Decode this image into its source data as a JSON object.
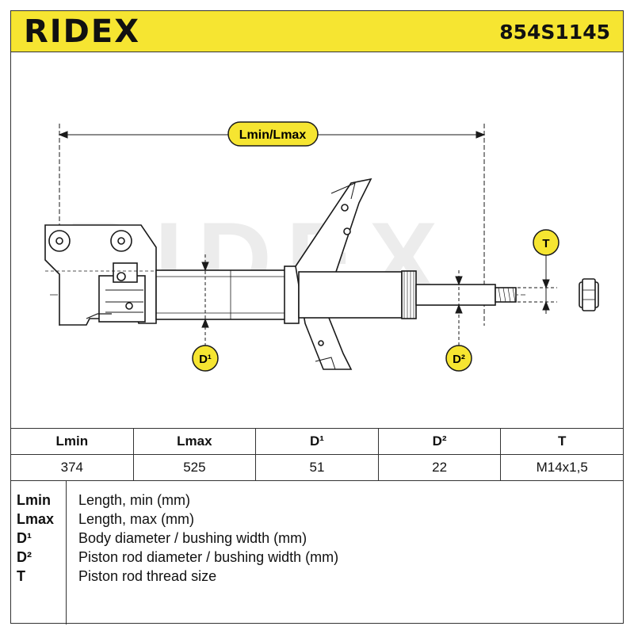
{
  "header": {
    "brand": "RIDEX",
    "part_number": "854S1145"
  },
  "drawing": {
    "watermark": "RIDEX",
    "labels": {
      "length": "Lmin/Lmax",
      "thread": "T",
      "body_diameter": "D¹",
      "rod_diameter": "D²"
    },
    "colors": {
      "accent": "#f6e531",
      "line": "#1a1a1a",
      "watermark": "#ececec"
    }
  },
  "specs": {
    "headers": [
      "Lmin",
      "Lmax",
      "D¹",
      "D²",
      "T"
    ],
    "values": [
      "374",
      "525",
      "51",
      "22",
      "M14x1,5"
    ]
  },
  "legend": [
    {
      "key": "Lmin",
      "desc": "Length, min (mm)"
    },
    {
      "key": "Lmax",
      "desc": "Length, max (mm)"
    },
    {
      "key": "D¹",
      "desc": "Body diameter / bushing width (mm)"
    },
    {
      "key": "D²",
      "desc": "Piston rod diameter / bushing width (mm)"
    },
    {
      "key": "T",
      "desc": "Piston rod thread size"
    }
  ]
}
